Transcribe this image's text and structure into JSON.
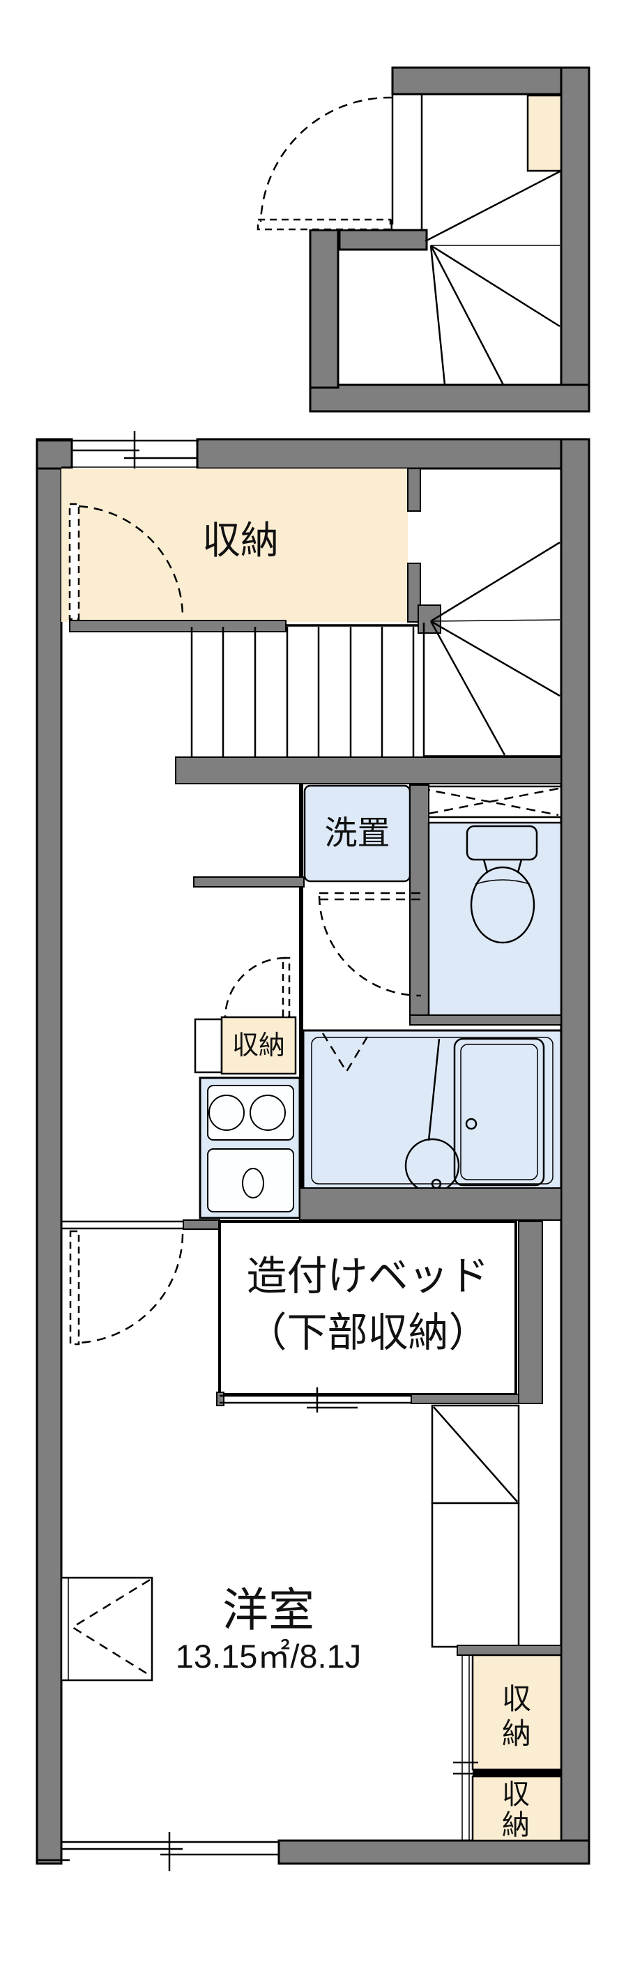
{
  "title": "apartment floor plan",
  "colors": {
    "wall": "#7f7f7f",
    "line": "#000000",
    "storage": "#fbedd2",
    "wet": "#dee9f8",
    "paper": "#ffffff"
  },
  "rooms": {
    "storage_main": {
      "label": "収納"
    },
    "laundry": {
      "label": "洗置"
    },
    "storage_kitchen": {
      "label": "収納"
    },
    "built_in_bed": {
      "line1": "造付けベッド",
      "line2": "（下部収納）"
    },
    "western_room": {
      "name": "洋室",
      "area": "13.15㎡/8.1J"
    },
    "storage_bottom_1": {
      "label": "収納"
    },
    "storage_bottom_2": {
      "label": "収納"
    }
  }
}
